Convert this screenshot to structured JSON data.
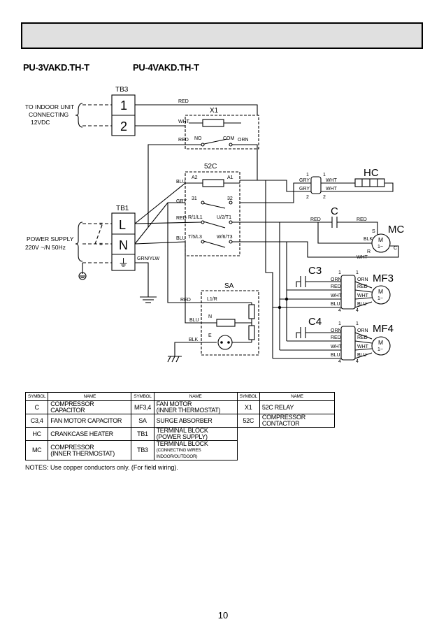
{
  "models": [
    "PU-3VAKD.TH-T",
    "PU-4VAKD.TH-T"
  ],
  "terminals": {
    "tb3": "TB3",
    "tb3_1": "1",
    "tb3_2": "2",
    "tb1": "TB1",
    "tb1_l": "L",
    "tb1_n": "N",
    "tb1_e": "⏚"
  },
  "left_labels": {
    "indoor": [
      "TO INDOOR UNIT",
      "CONNECTING",
      "12VDC"
    ],
    "power": [
      "POWER SUPPLY",
      "220V ~/N 50Hz"
    ]
  },
  "components": {
    "x1": "X1",
    "c52": "52C",
    "hc": "HC",
    "c": "C",
    "mc": "MC",
    "c3": "C3",
    "mf3": "MF3",
    "c4": "C4",
    "mf4": "MF4",
    "sa": "SA",
    "motor": "M",
    "ac": "1~"
  },
  "wire_labels": {
    "red": "RED",
    "wht": "WHT",
    "orn": "ORN",
    "blu": "BLU",
    "gry": "GRY",
    "blk": "BLK",
    "grnylw": "GRN/YLW",
    "no": "NO",
    "com": "COM",
    "a2": "A2",
    "a1": "A1",
    "n31": "31",
    "n32": "32",
    "r1l1": "R/1/L1",
    "u2t1": "U/2/T1",
    "t5l3": "T/5/L3",
    "w6t3": "W/6/T3",
    "l1r": "L1/R",
    "n": "N",
    "e": "E",
    "s": "S",
    "r": "R",
    "cc": "C",
    "one": "1",
    "two": "2",
    "four": "4"
  },
  "legend": {
    "headers": [
      "SYMBOL",
      "NAME",
      "SYMBOL",
      "NAME",
      "SYMBOL",
      "NAME"
    ],
    "rows": [
      {
        "s1": "C",
        "n1": "COMPRESSOR CAPACITOR",
        "s2": "MF3,4",
        "n2a": "FAN MOTOR",
        "n2b": "(INNER THERMOSTAT)",
        "s3": "X1",
        "n3": "52C RELAY"
      },
      {
        "s1": "C3,4",
        "n1": "FAN MOTOR CAPACITOR",
        "s2": "SA",
        "n2a": "SURGE ABSORBER",
        "s3": "52C",
        "n3": "COMPRESSOR CONTACTOR"
      },
      {
        "s1": "HC",
        "n1": "CRANKCASE HEATER",
        "s2": "TB1",
        "n2a": "TERMINAL BLOCK",
        "n2b": "(POWER SUPPLY)"
      },
      {
        "s1": "MC",
        "n1a": "COMPRESSOR",
        "n1b": "(INNER THERMOSTAT)",
        "s2": "TB3",
        "n2a": "TERMINAL BLOCK",
        "n2b": "(CONNECTING WIRES INDOOR/OUTDOOR)"
      }
    ]
  },
  "notes": "NOTES: Use copper conductors only. (For field wiring).",
  "page_number": "10"
}
